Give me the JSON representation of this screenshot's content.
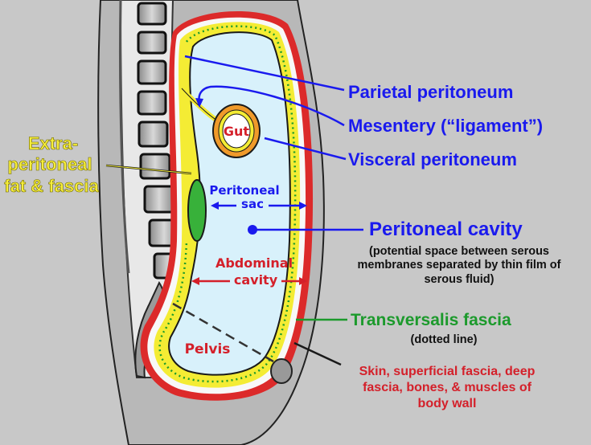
{
  "labels": {
    "parietal_peritoneum": "Parietal peritoneum",
    "mesentery": "Mesentery (“ligament”)",
    "visceral_peritoneum": "Visceral peritoneum",
    "peritoneal_cavity": "Peritoneal cavity",
    "peritoneal_cavity_note": [
      "(potential space between serous",
      "membranes separated by thin film of",
      "serous fluid)"
    ],
    "transversalis_fascia": "Transversalis fascia",
    "transversalis_note": "(dotted line)",
    "body_wall": [
      "Skin, superficial fascia, deep",
      "fascia, bones, & muscles of",
      "body wall"
    ],
    "extraperitoneal": [
      "Extra-",
      "peritoneal",
      "fat & fascia"
    ],
    "gut": "Gut",
    "peritoneal_sac": [
      "Peritoneal",
      "sac"
    ],
    "abdominal_cavity": [
      "Abdominal",
      "cavity"
    ],
    "pelvis": "Pelvis"
  },
  "colors": {
    "background": "#c8c8c8",
    "blue_label": "#1a1aee",
    "green_label": "#1c9a2c",
    "red_label": "#d4202a",
    "yellow_label": "#f6ee3a",
    "cavity_fill": "#d8f1fb",
    "fat_fill": "#f4ec34",
    "muscle_red": "#dc2a2a",
    "gut_orange": "#f09a2a"
  }
}
